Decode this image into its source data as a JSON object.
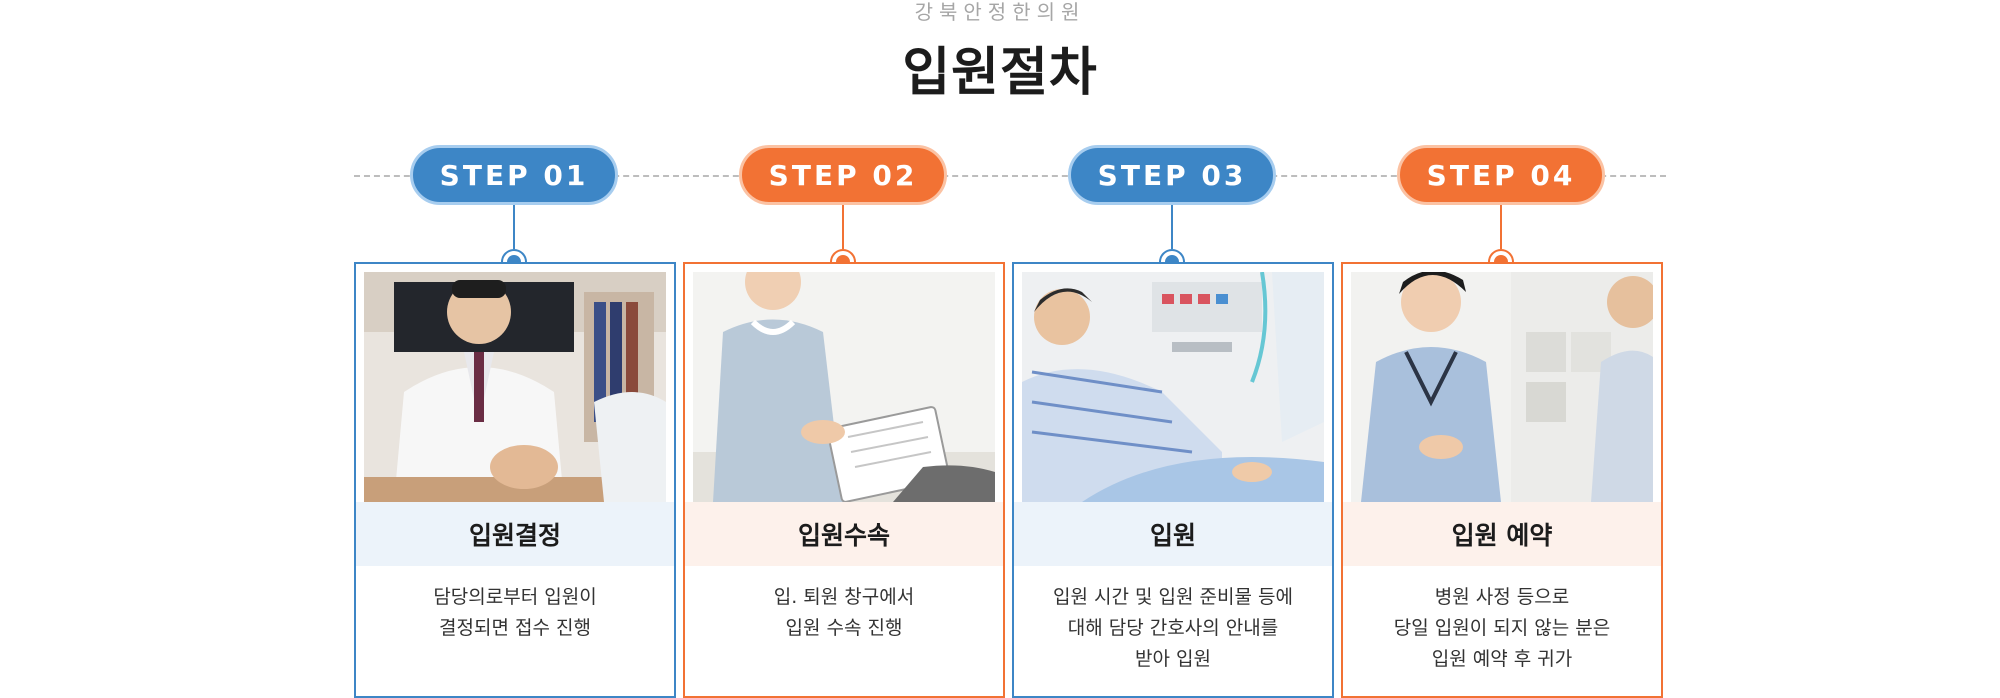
{
  "header": {
    "subtitle": "강북안정한의원",
    "title": "입원절차"
  },
  "steps": [
    {
      "label": "STEP 01",
      "title": "입원결정",
      "desc": [
        "담당의로부터 입원이",
        "결정되면 접수 진행"
      ],
      "color": "#3d86c6"
    },
    {
      "label": "STEP 02",
      "title": "입원수속",
      "desc": [
        "입. 퇴원 창구에서",
        "입원 수속 진행"
      ],
      "color": "#f27234"
    },
    {
      "label": "STEP 03",
      "title": "입원",
      "desc": [
        "입원 시간 및 입원 준비물 등에",
        "대해 담당 간호사의 안내를",
        "받아 입원"
      ],
      "color": "#3d86c6"
    },
    {
      "label": "STEP 04",
      "title": "입원 예약",
      "desc": [
        "병원 사정 등으로",
        "당일 입원이 되지 않는 분은",
        "입원 예약 후 귀가"
      ],
      "color": "#f27234"
    }
  ]
}
